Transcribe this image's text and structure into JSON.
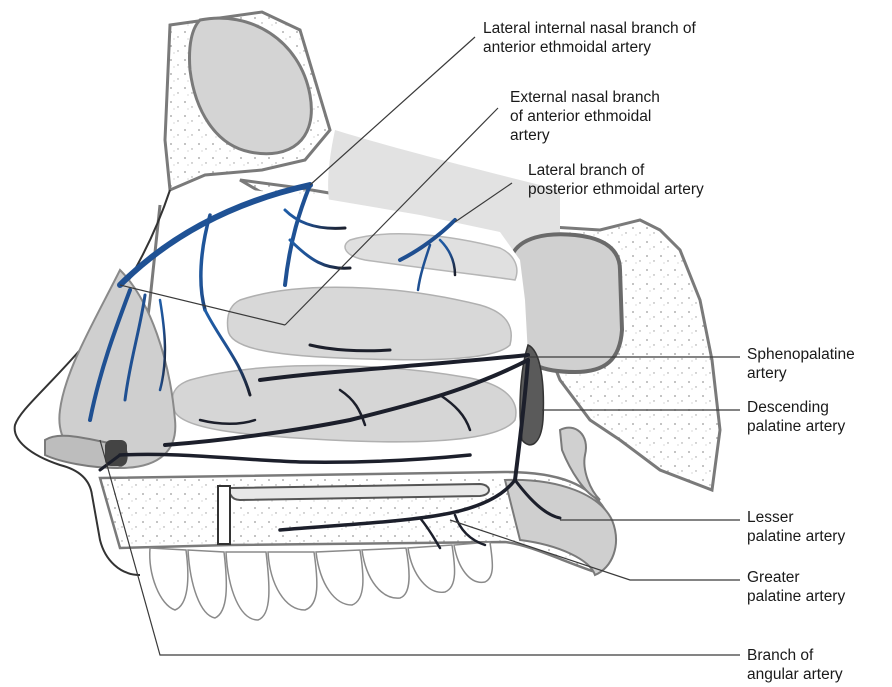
{
  "labels": {
    "lateral_internal_nasal": {
      "line1": "Lateral internal nasal branch of",
      "line2": "anterior ethmoidal artery"
    },
    "external_nasal": {
      "line1": "External nasal branch",
      "line2": "of anterior ethmoidal",
      "line3": "artery"
    },
    "lateral_posterior_ethmoidal": {
      "line1": "Lateral branch of",
      "line2": "posterior ethmoidal artery"
    },
    "sphenopalatine": {
      "line1": "Sphenopalatine",
      "line2": "artery"
    },
    "descending_palatine": {
      "line1": "Descending",
      "line2": "palatine artery"
    },
    "lesser_palatine": {
      "line1": "Lesser",
      "line2": "palatine artery"
    },
    "greater_palatine": {
      "line1": "Greater",
      "line2": "palatine artery"
    },
    "angular_branch": {
      "line1": "Branch of",
      "line2": "angular artery"
    }
  },
  "colors": {
    "artery_blue": "#1f5ea8",
    "artery_dark": "#1c1f2b",
    "bone_gray": "#d4d4d4",
    "outline_gray": "#7a7a7a",
    "leader_line": "#3a3a3a"
  }
}
